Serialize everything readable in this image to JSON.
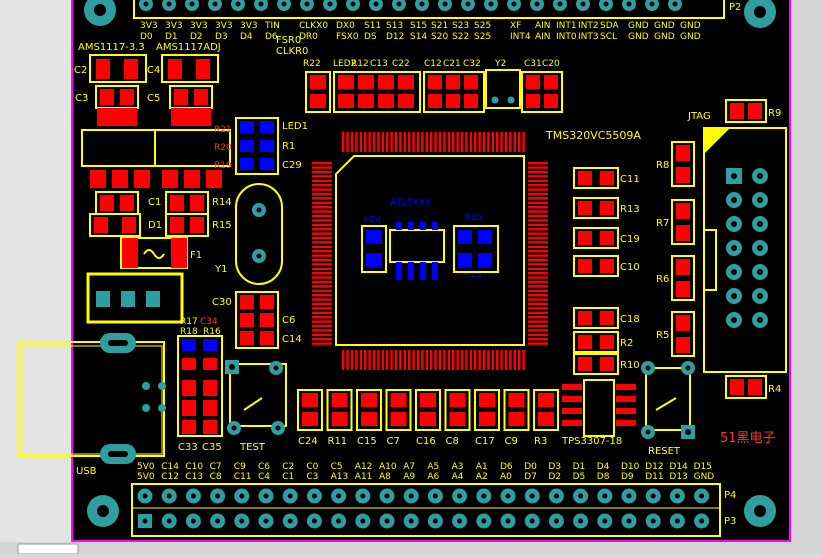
{
  "header_row_top": [
    "3V3",
    "3V3",
    "3V3",
    "3V3",
    "3V3",
    "TIN",
    "CLKX0",
    "DX0",
    "S11",
    "S13",
    "S15",
    "S21",
    "S23",
    "S25",
    "XF",
    "AIN",
    "INT1",
    "INT2",
    "SDA",
    "GND",
    "GND",
    "GND"
  ],
  "header_row_2a": [
    "D0",
    "D1",
    "D2",
    "D3",
    "D4",
    "D6",
    "DR0",
    "FSX0",
    "DS",
    "D12",
    "S14",
    "S20",
    "S22",
    "S25",
    "INT4",
    "AIN",
    "INT0",
    "INT3",
    "SCL",
    "GND",
    "GND",
    "GND"
  ],
  "label_fsr0": "FSR0",
  "label_clkr0": "CLKR0",
  "p2": "P2",
  "regulators": {
    "ams1": "AMS1117-3.3",
    "ams2": "AMS1117ADJ"
  },
  "cap_labels_left": [
    "C2",
    "C4",
    "C3",
    "C5"
  ],
  "led_group": [
    "LED1",
    "R1",
    "C29"
  ],
  "left_rs": [
    "R21",
    "R20",
    "R19"
  ],
  "left_mid": [
    "C1",
    "R14",
    "D1",
    "R15",
    "F1",
    "Y1"
  ],
  "top_group_labels": [
    "R22",
    "LED2",
    "R12",
    "C13",
    "C22",
    "C12",
    "C21",
    "C32",
    "Y2",
    "C31",
    "C20"
  ],
  "mcu_name": "TMS320VC5509A",
  "eeprom": "AT25XXX",
  "eeprom_rs": [
    "R24",
    "R25",
    "R23"
  ],
  "right_caps": [
    "C11",
    "R13",
    "C19",
    "C10",
    "C18",
    "R2",
    "R10"
  ],
  "jtag": "JTAG",
  "jtag_rs": [
    "R9",
    "R8",
    "R7",
    "R6",
    "R5",
    "R4"
  ],
  "left_low": [
    "C30",
    "C6",
    "C14"
  ],
  "stack_labels": [
    "R17",
    "R16",
    "C34",
    "R18"
  ],
  "c33": "C33",
  "c35": "C35",
  "test": "TEST",
  "bottom_caps": [
    "C24",
    "R11",
    "C15",
    "C7",
    "C16",
    "C8",
    "C17",
    "C9",
    "R3"
  ],
  "tps": "TPS3307-18",
  "reset": "RESET",
  "brand": "51黑电子",
  "usb": "USB",
  "p4_row_a": [
    "5V0",
    "C14",
    "C10",
    "C7",
    "C9",
    "C6",
    "C2",
    "C0",
    "C5",
    "A12",
    "A10",
    "A7",
    "A5",
    "A3",
    "A1",
    "D6",
    "D0",
    "D3",
    "D1",
    "D4",
    "D10",
    "D12",
    "D14",
    "D15"
  ],
  "p4_row_b": [
    "5V0",
    "C12",
    "C13",
    "C8",
    "C11",
    "C4",
    "C1",
    "C3",
    "A13",
    "A11",
    "A8",
    "A9",
    "A6",
    "A4",
    "A2",
    "A0",
    "D7",
    "D2",
    "D5",
    "D8",
    "D9",
    "D11",
    "D13",
    "GND"
  ],
  "p4": "P4",
  "p3": "P3",
  "colors": {
    "board": "#000000",
    "pad": "#ff0000",
    "silk": "#ffff00",
    "bottom_pad": "#0000ff",
    "via": "#2e9ea0",
    "outline": "#ff00ff",
    "text_red": "#ff3030"
  }
}
